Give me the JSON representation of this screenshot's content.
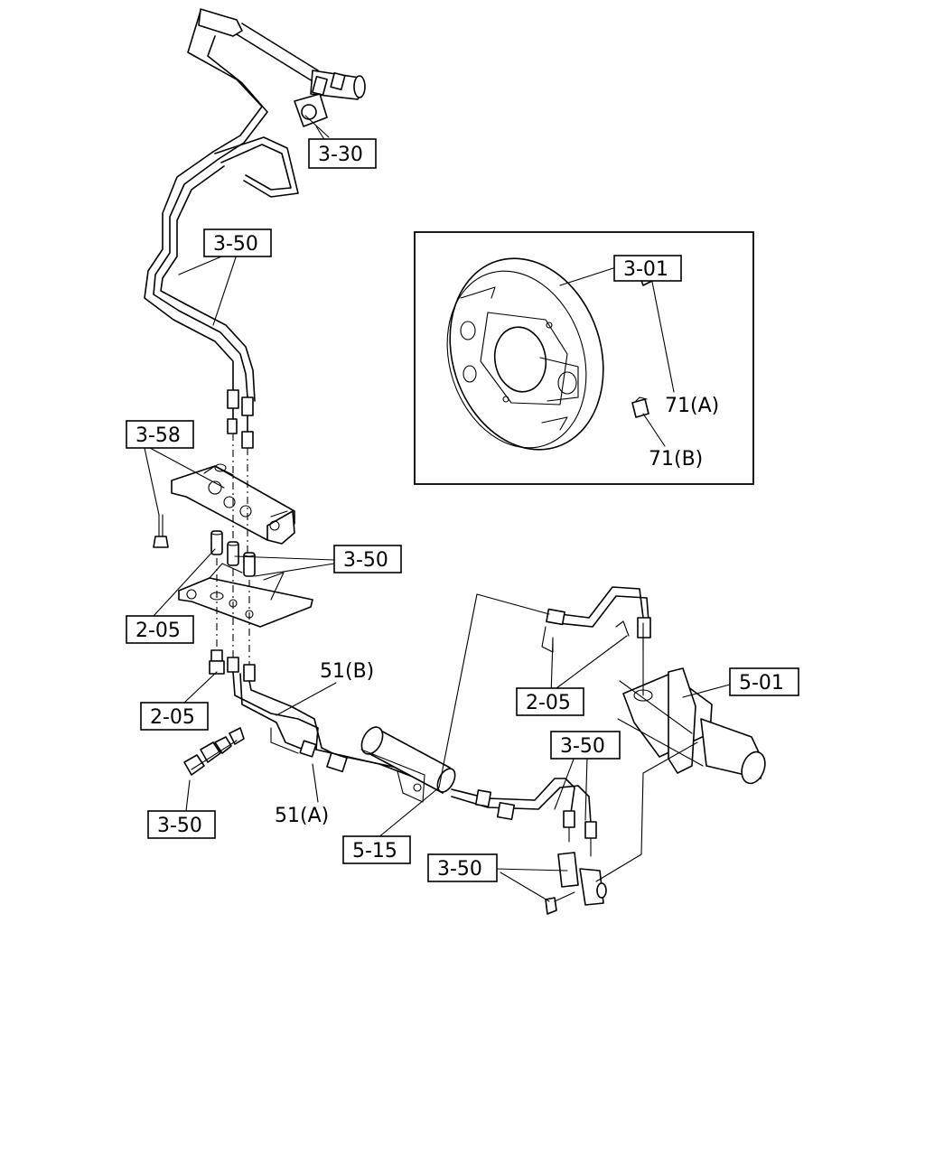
{
  "callouts": {
    "c_3_30": "3-30",
    "c_3_50_top": "3-50",
    "c_3_58": "3-58",
    "c_3_50_mid": "3-50",
    "c_2_05_left": "2-05",
    "c_2_05_low": "2-05",
    "c_51b": "51(B)",
    "c_51a": "51(A)",
    "c_3_50_clip": "3-50",
    "c_5_15": "5-15",
    "c_3_01": "3-01",
    "c_71a": "71(A)",
    "c_71b": "71(B)",
    "c_2_05_right": "2-05",
    "c_5_01": "5-01",
    "c_3_50_right": "3-50",
    "c_3_50_joint": "3-50"
  }
}
